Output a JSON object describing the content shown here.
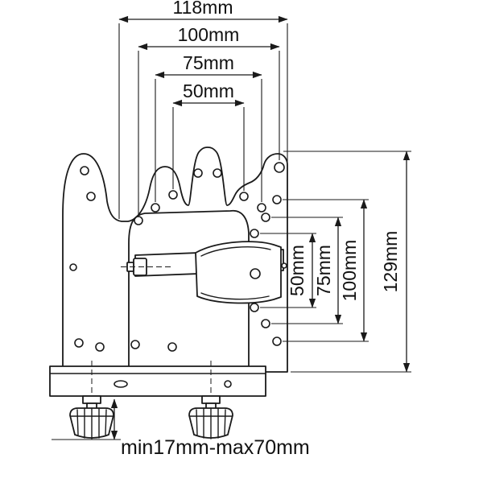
{
  "colors": {
    "background": "#ffffff",
    "line": "#1a1a1a"
  },
  "diagram": {
    "name": "mini-pc-vesa-mount-bracket-dimension-drawing",
    "top_dimensions": [
      {
        "id": "width-118",
        "label": "118mm",
        "value_mm": 118
      },
      {
        "id": "width-100",
        "label": "100mm",
        "value_mm": 100
      },
      {
        "id": "width-75",
        "label": "75mm",
        "value_mm": 75
      },
      {
        "id": "width-50",
        "label": "50mm",
        "value_mm": 50
      }
    ],
    "right_dimensions": [
      {
        "id": "height-50",
        "label": "50mm",
        "value_mm": 50
      },
      {
        "id": "height-75",
        "label": "75mm",
        "value_mm": 75
      },
      {
        "id": "height-100",
        "label": "100mm",
        "value_mm": 100
      },
      {
        "id": "height-129",
        "label": "129mm",
        "value_mm": 129
      }
    ],
    "bottom_dimension": {
      "id": "clamp-range",
      "label": "min17mm-max70mm",
      "min_mm": 17,
      "max_mm": 70
    }
  }
}
